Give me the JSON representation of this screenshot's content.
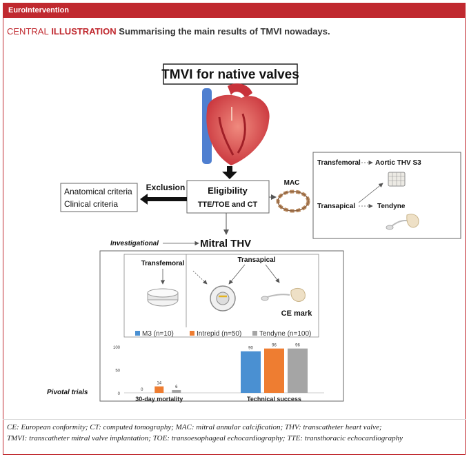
{
  "header": {
    "journal": "EuroIntervention"
  },
  "caption": {
    "prefix": "CENTRAL",
    "emph": "ILLUSTRATION",
    "text": "Summarising the main results of TMVI nowadays."
  },
  "diagram": {
    "title": "TMVI for native valves",
    "eligibility": "Eligibility",
    "eligibility_methods": "TTE/TOE and CT",
    "exclusion": "Exclusion",
    "criteria": [
      "Anatomical criteria",
      "Clinical criteria"
    ],
    "mac": "MAC",
    "inset": {
      "transfemoral": "Transfemoral",
      "aortic": "Aortic THV S3",
      "transapical": "Transapical",
      "tendyne": "Tendyne"
    },
    "investigational": "Investigational",
    "mitral_thv": "Mitral THV",
    "box": {
      "transfemoral": "Transfemoral",
      "transapical": "Transapical",
      "ce_mark": "CE mark"
    },
    "pivotal": "Pivotal trials"
  },
  "colors": {
    "brand": "#c0292f",
    "m3": "#4a90d2",
    "intrepid": "#ee7d31",
    "tendyne": "#a5a5a5"
  },
  "chart_data": {
    "type": "bar",
    "categories": [
      "30-day mortality",
      "Technical success"
    ],
    "series": [
      {
        "name": "M3 (n=10)",
        "values": [
          0,
          90
        ]
      },
      {
        "name": "Intrepid (n=50)",
        "values": [
          14,
          96
        ]
      },
      {
        "name": "Tendyne (n=100)",
        "values": [
          6,
          96
        ]
      }
    ],
    "ylim": [
      0,
      100
    ],
    "yticks": [
      0,
      50,
      100
    ],
    "legend_position": "top"
  },
  "footer": {
    "line1": "CE: European conformity; CT: computed tomography; MAC: mitral annular calcification; THV: transcatheter heart valve;",
    "line2": "TMVI: transcatheter mitral valve implantation; TOE: transoesophageal echocardiography; TTE: transthoracic echocardiography"
  }
}
